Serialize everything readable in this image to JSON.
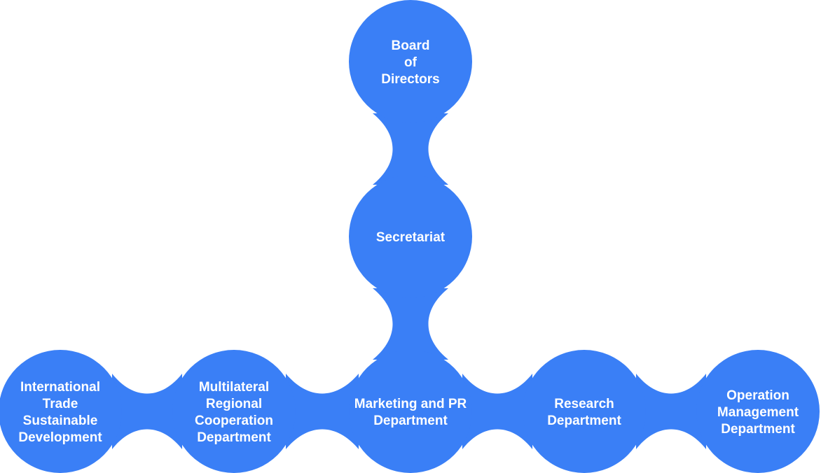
{
  "colors": {
    "node_fill": "#3a7ff6",
    "label_text": "#ffffff",
    "background": "#ffffff"
  },
  "nodes": [
    {
      "id": "board",
      "lines": [
        "Board",
        "of",
        "Directors"
      ]
    },
    {
      "id": "secretariat",
      "lines": [
        "Secretariat"
      ]
    },
    {
      "id": "marketing",
      "lines": [
        "Marketing and PR",
        "Department"
      ]
    },
    {
      "id": "multilateral",
      "lines": [
        "Multilateral",
        "Regional",
        "Cooperation",
        "Department"
      ]
    },
    {
      "id": "international",
      "lines": [
        "International",
        "Trade",
        "Sustainable",
        "Development"
      ]
    },
    {
      "id": "research",
      "lines": [
        "Research",
        "Department"
      ]
    },
    {
      "id": "operation",
      "lines": [
        "Operation",
        "Management",
        "Department"
      ]
    }
  ],
  "links": [
    {
      "from": "board",
      "to": "secretariat"
    },
    {
      "from": "secretariat",
      "to": "marketing"
    },
    {
      "from": "marketing",
      "to": "multilateral"
    },
    {
      "from": "multilateral",
      "to": "international"
    },
    {
      "from": "marketing",
      "to": "research"
    },
    {
      "from": "research",
      "to": "operation"
    }
  ]
}
